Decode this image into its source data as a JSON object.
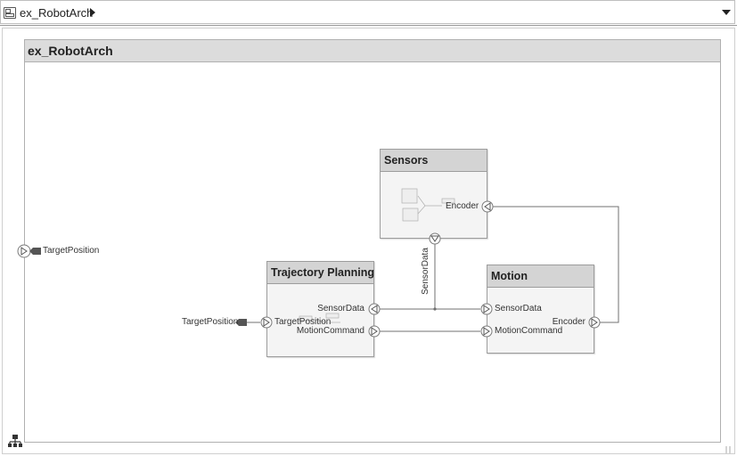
{
  "breadcrumb": {
    "model_name": "ex_RobotArch"
  },
  "architecture": {
    "title": "ex_RobotArch",
    "root_inport_label": "TargetPosition"
  },
  "components": {
    "sensors": {
      "title": "Sensors",
      "ports": {
        "encoder": "Encoder",
        "sensor_data": "SensorData"
      }
    },
    "trajectory_planning": {
      "title": "Trajectory Planning",
      "ports": {
        "target_position": "TargetPosition",
        "sensor_data": "SensorData",
        "motion_command": "MotionCommand"
      },
      "external_inport_label": "TargetPosition"
    },
    "motion": {
      "title": "Motion",
      "ports": {
        "sensor_data": "SensorData",
        "motion_command": "MotionCommand",
        "encoder": "Encoder"
      }
    }
  },
  "icons": [
    "architecture-model-icon",
    "breadcrumb-arrow-icon",
    "dropdown-icon",
    "hierarchy-icon"
  ]
}
